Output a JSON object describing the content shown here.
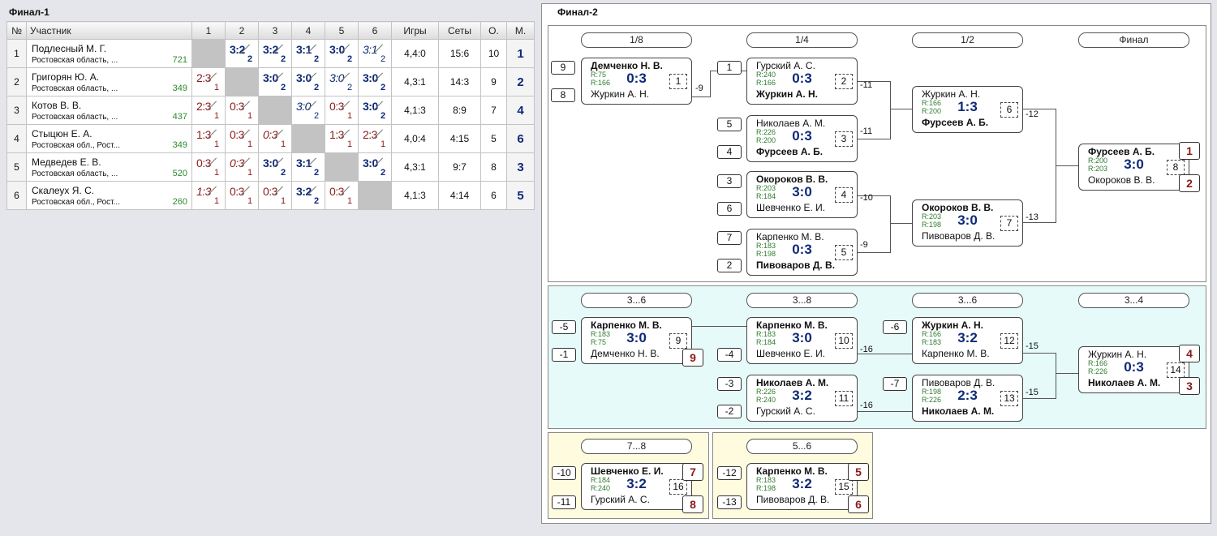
{
  "final1": {
    "title": "Финал-1",
    "headers": {
      "num": "№",
      "participant": "Участник",
      "c1": "1",
      "c2": "2",
      "c3": "3",
      "c4": "4",
      "c5": "5",
      "c6": "6",
      "games": "Игры",
      "sets": "Сеты",
      "points": "О.",
      "place": "М."
    },
    "rows": [
      {
        "n": "1",
        "name": "Подлесный М. Г.",
        "region": "Ростовская область, ...",
        "rating": "721",
        "cells": [
          {
            "t": "diag"
          },
          {
            "t": "w",
            "s": "3:2",
            "x": "2"
          },
          {
            "t": "w",
            "s": "3:2",
            "x": "2"
          },
          {
            "t": "w",
            "s": "3:1",
            "x": "2"
          },
          {
            "t": "w",
            "s": "3:0",
            "x": "2"
          },
          {
            "t": "wi",
            "s": "3:1",
            "x": "2"
          }
        ],
        "games": "4,4:0",
        "sets": "15:6",
        "points": "10",
        "place": "1"
      },
      {
        "n": "2",
        "name": "Григорян Ю. А.",
        "region": "Ростовская область, ...",
        "rating": "349",
        "cells": [
          {
            "t": "l",
            "s": "2:3",
            "x": "1"
          },
          {
            "t": "diag"
          },
          {
            "t": "w",
            "s": "3:0",
            "x": "2"
          },
          {
            "t": "w",
            "s": "3:0",
            "x": "2"
          },
          {
            "t": "wi",
            "s": "3:0",
            "x": "2"
          },
          {
            "t": "w",
            "s": "3:0",
            "x": "2"
          }
        ],
        "games": "4,3:1",
        "sets": "14:3",
        "points": "9",
        "place": "2"
      },
      {
        "n": "3",
        "name": "Котов В. В.",
        "region": "Ростовская область, ...",
        "rating": "437",
        "cells": [
          {
            "t": "l",
            "s": "2:3",
            "x": "1"
          },
          {
            "t": "l",
            "s": "0:3",
            "x": "1"
          },
          {
            "t": "diag"
          },
          {
            "t": "wi",
            "s": "3:0",
            "x": "2"
          },
          {
            "t": "l",
            "s": "0:3",
            "x": "1"
          },
          {
            "t": "w",
            "s": "3:0",
            "x": "2"
          }
        ],
        "games": "4,1:3",
        "sets": "8:9",
        "points": "7",
        "place": "4"
      },
      {
        "n": "4",
        "name": "Стыцюн Е. А.",
        "region": "Ростовская обл., Рост...",
        "rating": "349",
        "cells": [
          {
            "t": "l",
            "s": "1:3",
            "x": "1"
          },
          {
            "t": "l",
            "s": "0:3",
            "x": "1"
          },
          {
            "t": "li",
            "s": "0:3",
            "x": "1"
          },
          {
            "t": "diag"
          },
          {
            "t": "l",
            "s": "1:3",
            "x": "1"
          },
          {
            "t": "l",
            "s": "2:3",
            "x": "1"
          }
        ],
        "games": "4,0:4",
        "sets": "4:15",
        "points": "5",
        "place": "6"
      },
      {
        "n": "5",
        "name": "Медведев Е. В.",
        "region": "Ростовская область, ...",
        "rating": "520",
        "cells": [
          {
            "t": "l",
            "s": "0:3",
            "x": "1"
          },
          {
            "t": "li",
            "s": "0:3",
            "x": "1"
          },
          {
            "t": "w",
            "s": "3:0",
            "x": "2"
          },
          {
            "t": "w",
            "s": "3:1",
            "x": "2"
          },
          {
            "t": "diag"
          },
          {
            "t": "w",
            "s": "3:0",
            "x": "2"
          }
        ],
        "games": "4,3:1",
        "sets": "9:7",
        "points": "8",
        "place": "3"
      },
      {
        "n": "6",
        "name": "Скалеух Я. С.",
        "region": "Ростовская обл., Рост...",
        "rating": "260",
        "cells": [
          {
            "t": "li",
            "s": "1:3",
            "x": "1"
          },
          {
            "t": "l",
            "s": "0:3",
            "x": "1"
          },
          {
            "t": "l",
            "s": "0:3",
            "x": "1"
          },
          {
            "t": "w",
            "s": "3:2",
            "x": "2"
          },
          {
            "t": "l",
            "s": "0:3",
            "x": "1"
          },
          {
            "t": "diag"
          }
        ],
        "games": "4,1:3",
        "sets": "4:14",
        "points": "6",
        "place": "5"
      }
    ]
  },
  "final2": {
    "title": "Финал-2",
    "rounds": {
      "r18": "1/8",
      "r14": "1/4",
      "r12": "1/2",
      "final": "Финал",
      "c36a": "3...6",
      "c38": "3...8",
      "c36b": "3...6",
      "c34": "3...4",
      "c78": "7...8",
      "c56": "5...6"
    },
    "matches": {
      "m1": {
        "p1": "Демченко Н. В.",
        "p2": "Журкин А. Н.",
        "r1": "R:75",
        "r2": "R:166",
        "score": "0:3",
        "num": "1",
        "s1": "9",
        "s2": "8",
        "loser": "-9"
      },
      "m2": {
        "p1": "Гурский А. С.",
        "p2": "Журкин А. Н.",
        "r1": "R:240",
        "r2": "R:166",
        "score": "0:3",
        "num": "2",
        "s1": "1",
        "loser": "-11"
      },
      "m3": {
        "p1": "Николаев А. М.",
        "p2": "Фурсеев А. Б.",
        "r1": "R:226",
        "r2": "R:200",
        "score": "0:3",
        "num": "3",
        "s1": "5",
        "s2": "4",
        "loser": "-11"
      },
      "m4": {
        "p1": "Окороков В. В.",
        "p2": "Шевченко Е. И.",
        "r1": "R:203",
        "r2": "R:184",
        "score": "3:0",
        "num": "4",
        "s1": "3",
        "s2": "6",
        "loser": "-10"
      },
      "m5": {
        "p1": "Карпенко М. В.",
        "p2": "Пивоваров Д. В.",
        "r1": "R:183",
        "r2": "R:198",
        "score": "0:3",
        "num": "5",
        "s1": "7",
        "s2": "2",
        "loser": "-9"
      },
      "m6": {
        "p1": "Журкин А. Н.",
        "p2": "Фурсеев А. Б.",
        "r1": "R:166",
        "r2": "R:200",
        "score": "1:3",
        "num": "6",
        "loser": "-12"
      },
      "m7": {
        "p1": "Окороков В. В.",
        "p2": "Пивоваров Д. В.",
        "r1": "R:203",
        "r2": "R:198",
        "score": "3:0",
        "num": "7",
        "loser": "-13"
      },
      "m8": {
        "p1": "Фурсеев А. Б.",
        "p2": "Окороков В. В.",
        "r1": "R:200",
        "r2": "R:203",
        "score": "3:0",
        "num": "8",
        "pl1": "1",
        "pl2": "2"
      },
      "m9": {
        "p1": "Карпенко М. В.",
        "p2": "Демченко Н. В.",
        "r1": "R:183",
        "r2": "R:75",
        "score": "3:0",
        "num": "9",
        "s1": "-5",
        "s2": "-1",
        "pl2": "9"
      },
      "m10": {
        "p1": "Карпенко М. В.",
        "p2": "Шевченко Е. И.",
        "r1": "R:183",
        "r2": "R:184",
        "score": "3:0",
        "num": "10",
        "s2": "-4",
        "loser": "-16"
      },
      "m11": {
        "p1": "Николаев А. М.",
        "p2": "Гурский А. С.",
        "r1": "R:226",
        "r2": "R:240",
        "score": "3:2",
        "num": "11",
        "s1": "-3",
        "s2": "-2",
        "loser": "-16"
      },
      "m12": {
        "p1": "Журкин А. Н.",
        "p2": "Карпенко М. В.",
        "r1": "R:166",
        "r2": "R:183",
        "score": "3:2",
        "num": "12",
        "s1": "-6",
        "loser": "-15"
      },
      "m13": {
        "p1": "Пивоваров Д. В.",
        "p2": "Николаев А. М.",
        "r1": "R:198",
        "r2": "R:226",
        "score": "2:3",
        "num": "13",
        "s1": "-7",
        "loser": "-15"
      },
      "m14": {
        "p1": "Журкин А. Н.",
        "p2": "Николаев А. М.",
        "r1": "R:166",
        "r2": "R:226",
        "score": "0:3",
        "num": "14",
        "pl1": "4",
        "pl2": "3"
      },
      "m16": {
        "p1": "Шевченко Е. И.",
        "p2": "Гурский А. С.",
        "r1": "R:184",
        "r2": "R:240",
        "score": "3:2",
        "num": "16",
        "s1": "-10",
        "s2": "-11",
        "pl1": "7",
        "pl2": "8"
      },
      "m15": {
        "p1": "Карпенко М. В.",
        "p2": "Пивоваров Д. В.",
        "r1": "R:183",
        "r2": "R:198",
        "score": "3:2",
        "num": "15",
        "s1": "-12",
        "s2": "-13",
        "pl1": "5",
        "pl2": "6"
      }
    }
  },
  "colors": {
    "win": "#0d2a77",
    "loss": "#8b1a1a",
    "rating": "#2e7d2e",
    "consolation_bg": "#e6fafa",
    "placement_bg": "#fefbdf"
  }
}
